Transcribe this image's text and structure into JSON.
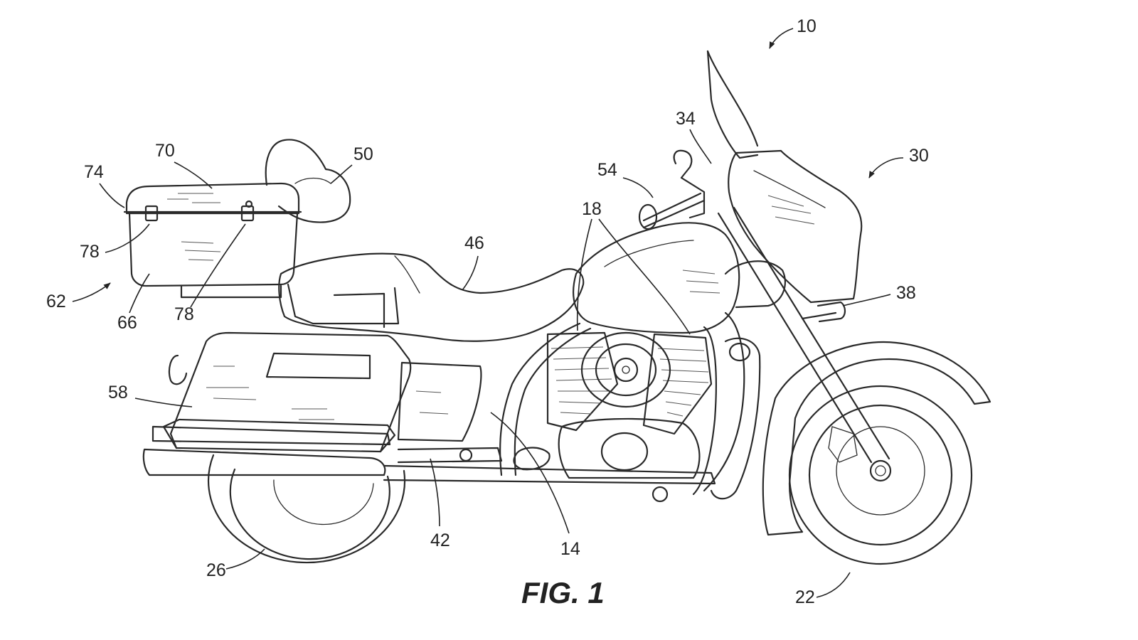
{
  "caption": "FIG. 1",
  "labels": {
    "l10": "10",
    "l14": "14",
    "l18": "18",
    "l22": "22",
    "l26": "26",
    "l30": "30",
    "l34": "34",
    "l38": "38",
    "l42": "42",
    "l46": "46",
    "l50": "50",
    "l54": "54",
    "l58": "58",
    "l62": "62",
    "l66": "66",
    "l70": "70",
    "l74": "74",
    "l78a": "78",
    "l78b": "78"
  }
}
